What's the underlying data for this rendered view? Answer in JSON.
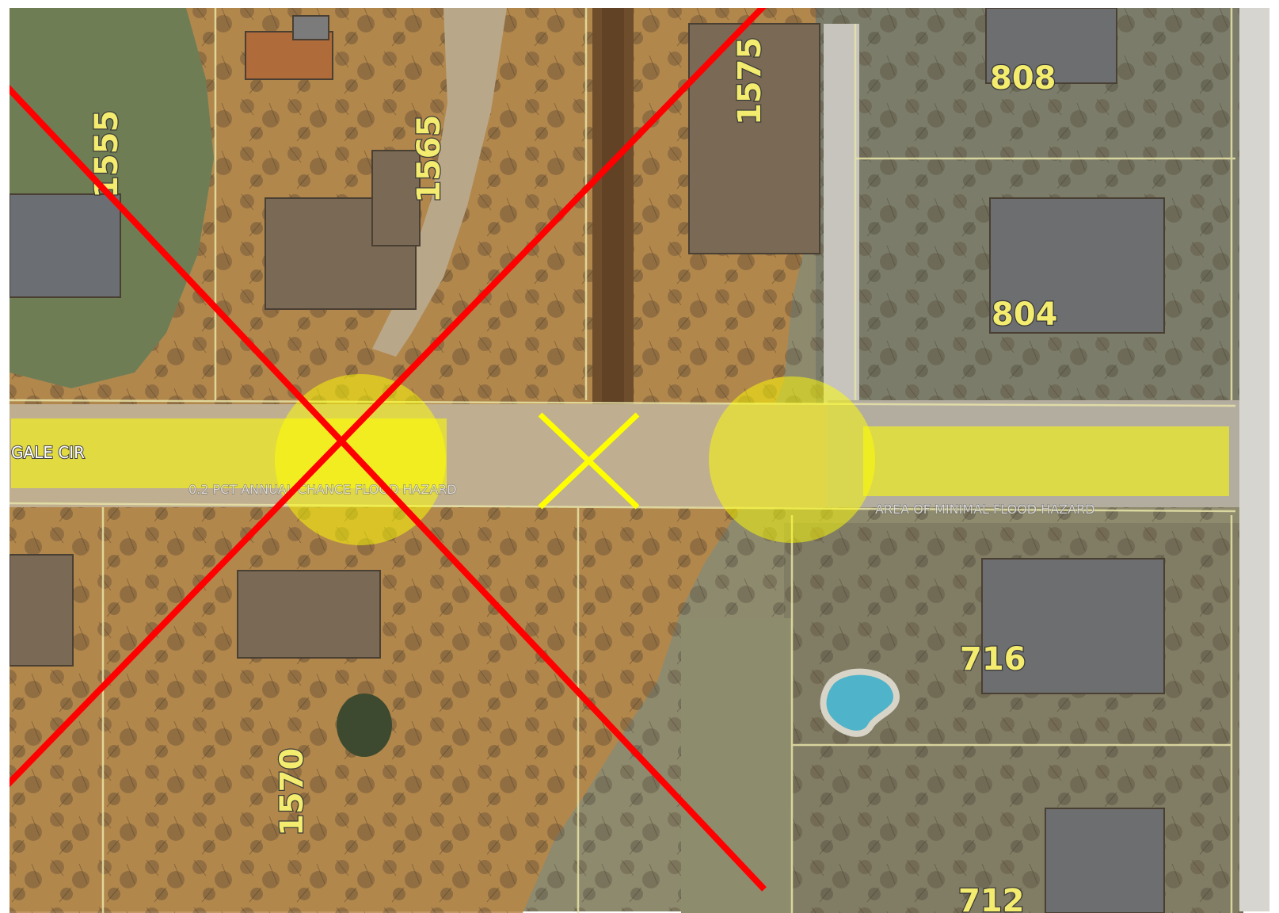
{
  "map": {
    "street_label": "GALE CIR",
    "flood_zone_labels": {
      "west": "0.2 PCT ANNUAL CHANCE FLOOD HAZARD",
      "east": "AREA OF MINIMAL FLOOD HAZARD"
    },
    "addresses": {
      "a1555": "1555",
      "a1565": "1565",
      "a1575": "1575",
      "a808": "808",
      "a804": "804",
      "a716": "716",
      "a712": "712",
      "a1570": "1570"
    },
    "colors": {
      "red_x": "#ff0000",
      "yellow_x": "#ffff00",
      "highlight": "#ffff00",
      "flood_tint": "#c8893a"
    }
  }
}
